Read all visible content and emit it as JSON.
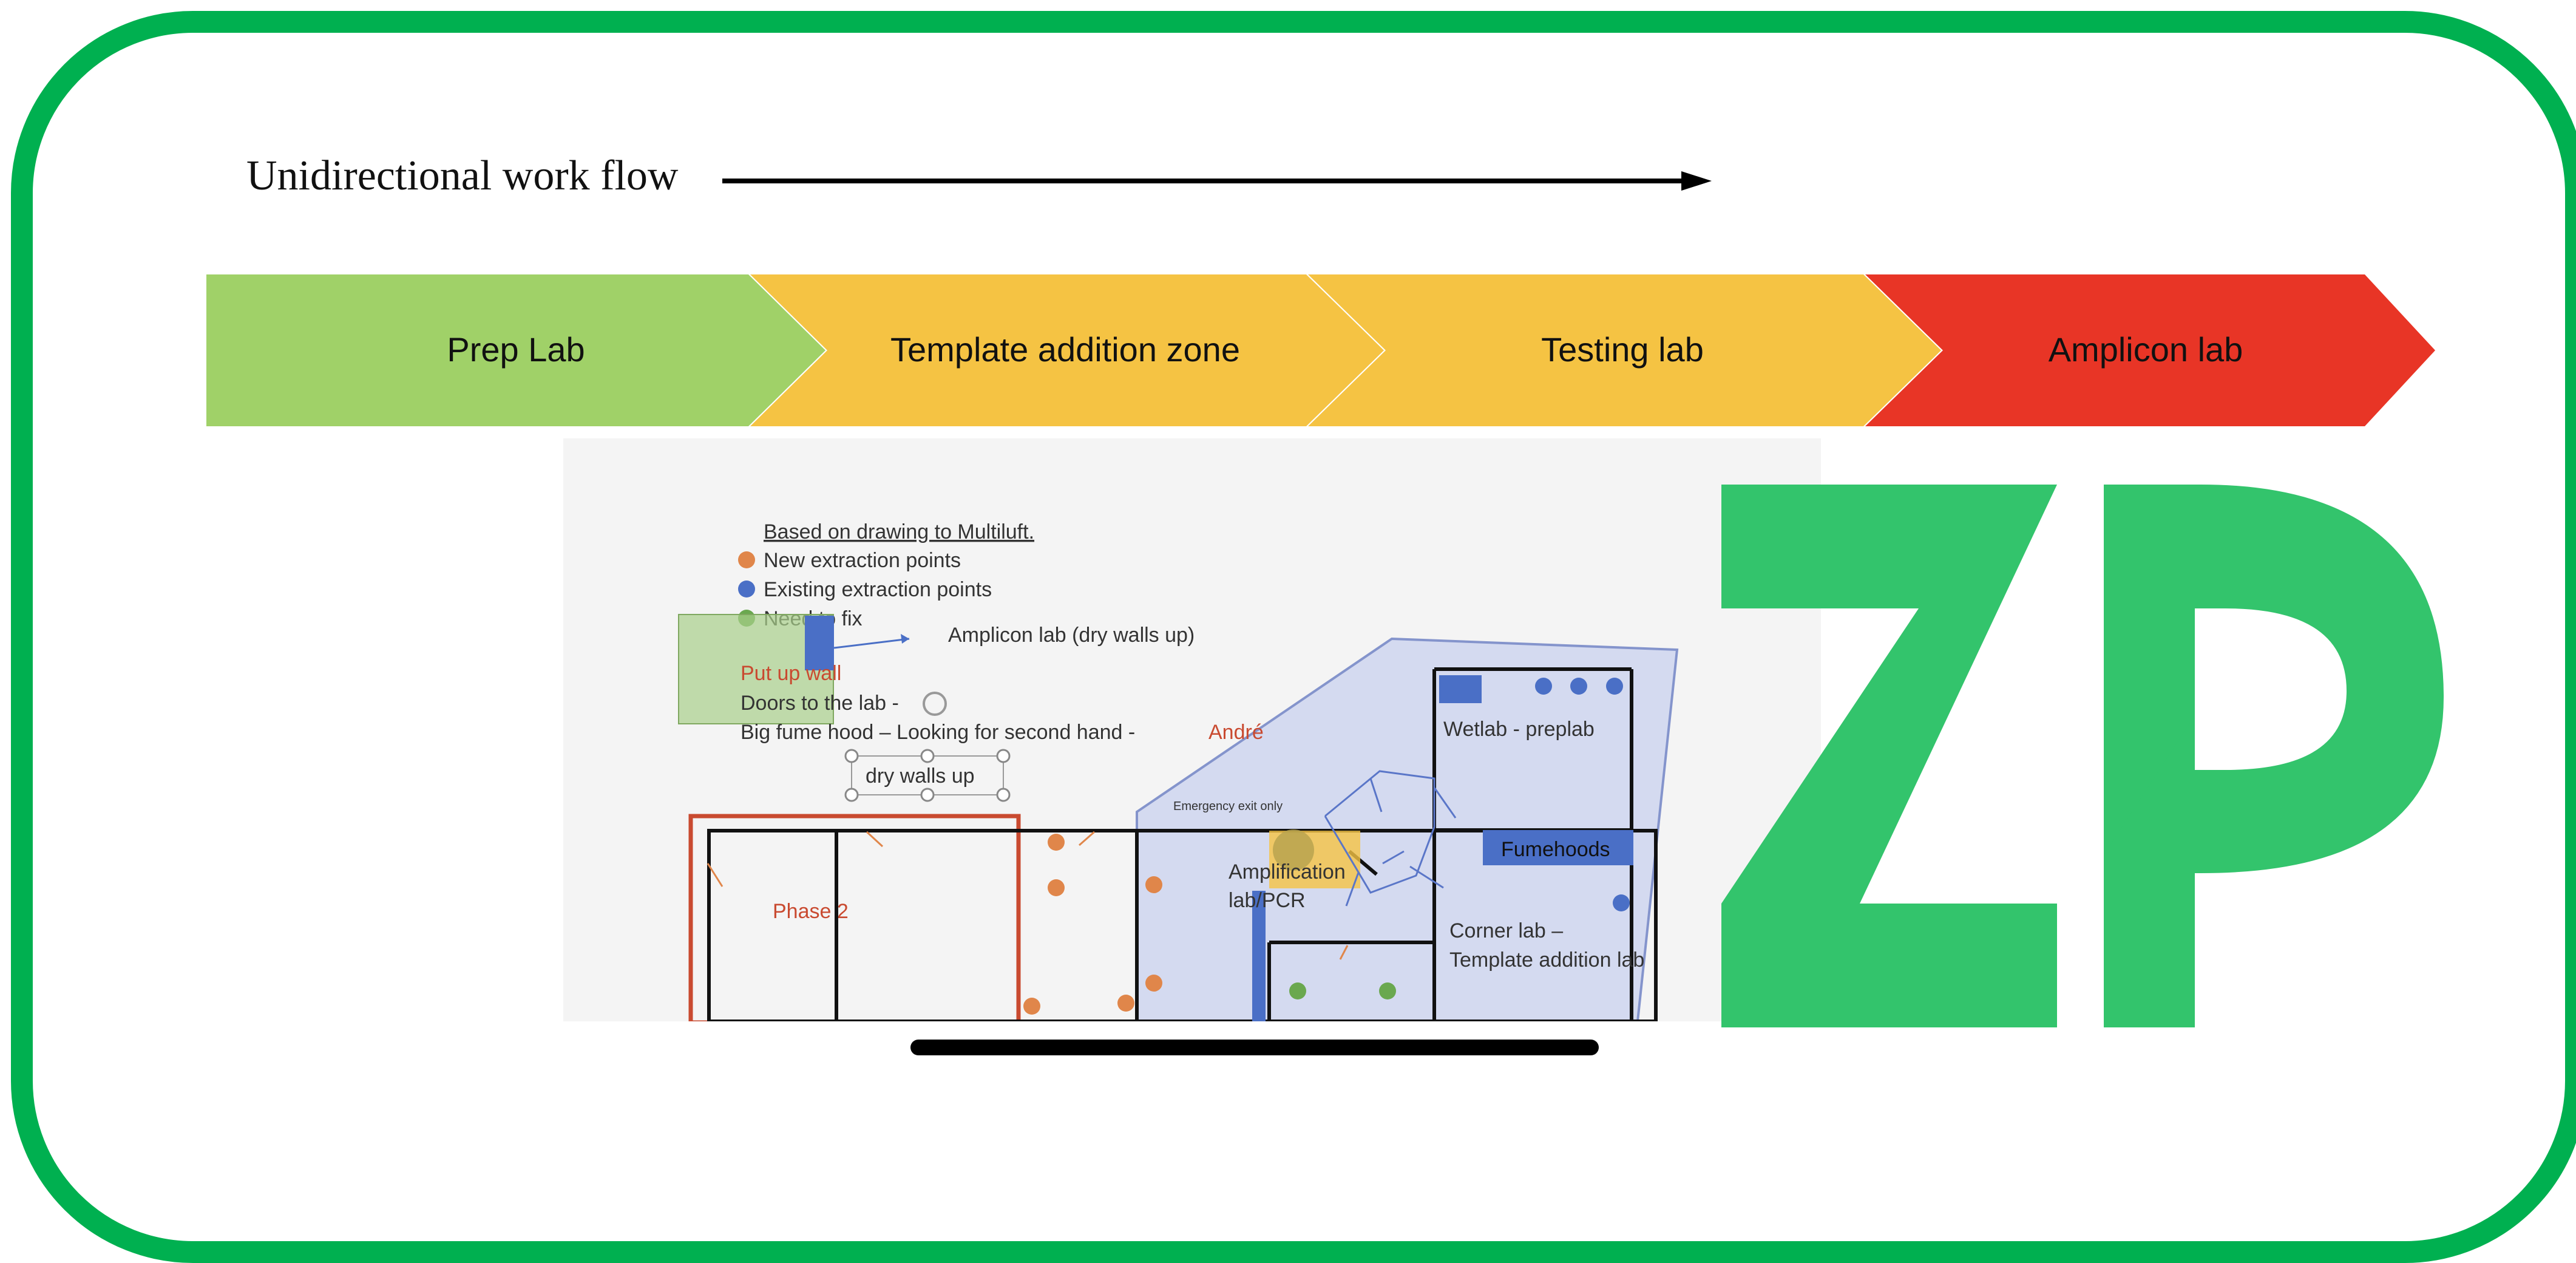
{
  "flow": {
    "label": "Unidirectional work flow"
  },
  "stages": [
    {
      "label": "Prep Lab",
      "color": "#a0d168"
    },
    {
      "label": "Template addition zone",
      "color": "#f5c343"
    },
    {
      "label": "Testing lab",
      "color": "#f5c343"
    },
    {
      "label": "Amplicon lab",
      "color": "#e83526"
    }
  ],
  "plan": {
    "legend_title": "Based on drawing to Multiluft.",
    "legend": [
      {
        "label": "New extraction points",
        "color": "#e0864a"
      },
      {
        "label": "Existing extraction points",
        "color": "#4a6fc6"
      },
      {
        "label": "Need to fix",
        "color": "#6aa84f"
      }
    ],
    "amplicon_note": "Amplicon lab (dry walls up)",
    "put_up_wall": "Put up wall",
    "doors": "Doors to the lab -",
    "fume_hood": "Big fume hood – Looking for second hand -",
    "andre": "André",
    "dry_walls": "dry walls up",
    "emergency_exit": "Emergency exit only",
    "wetlab": "Wetlab - preplab",
    "fumehoods": "Fumehoods",
    "amplification_1": "Amplification",
    "amplification_2": "lab/PCR",
    "corner_1": "Corner lab –",
    "corner_2": "Template addition lab",
    "phase2": "Phase 2",
    "colors": {
      "zone_fill": "#d4daf0",
      "zone_stroke": "#8494cc",
      "phase_red": "#c94a30",
      "accent_blue": "#4a6fc6"
    }
  },
  "logo": {
    "text": "ZP",
    "color": "#33c46c"
  }
}
